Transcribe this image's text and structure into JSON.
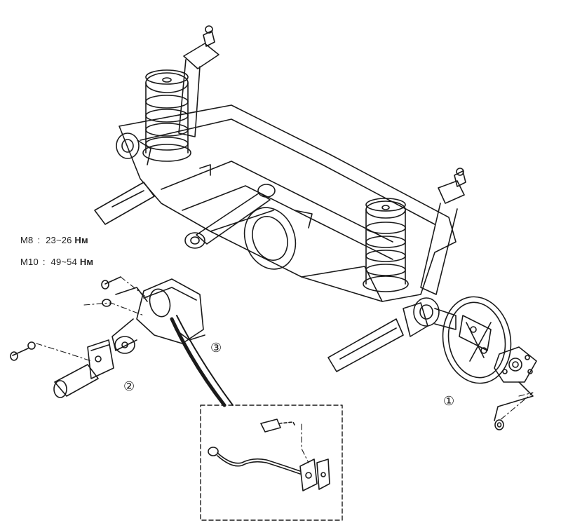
{
  "torque_specs": [
    {
      "size": "M8",
      "separator": ":",
      "value": "23~26",
      "unit": "Нм"
    },
    {
      "size": "M10",
      "separator": ":",
      "value": "49~54",
      "unit": "Нм"
    }
  ],
  "callouts": [
    {
      "number": "1",
      "symbol": "①"
    },
    {
      "number": "2",
      "symbol": "②"
    },
    {
      "number": "3",
      "symbol": "③"
    }
  ],
  "colors": {
    "line": "#1a1a1a",
    "background": "#ffffff"
  }
}
